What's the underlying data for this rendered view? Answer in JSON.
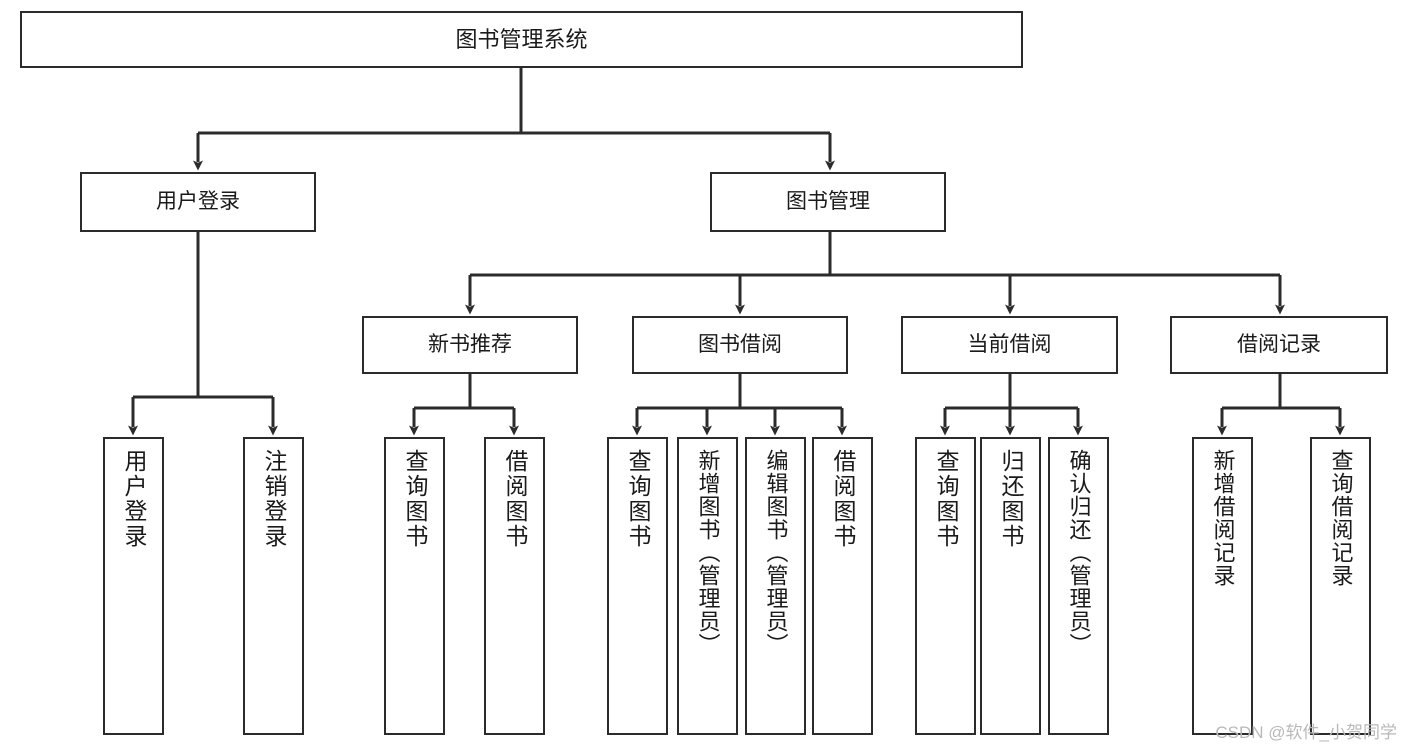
{
  "diagram": {
    "title": "图书管理系统",
    "type": "tree-hierarchy-chart",
    "orientation": "top-down",
    "edge_style": "orthogonal-with-arrowheads",
    "colors": {
      "box_border": "#2b2b2b",
      "box_fill": "#ffffff",
      "line": "#2b2b2b",
      "text": "#1a1a1a",
      "background": "#ffffff",
      "watermark": "#b9b9b9"
    }
  },
  "root": {
    "label": "图书管理系统"
  },
  "level2": [
    {
      "label": "用户登录"
    },
    {
      "label": "图书管理"
    }
  ],
  "level3": [
    {
      "label": "新书推荐"
    },
    {
      "label": "图书借阅"
    },
    {
      "label": "当前借阅"
    },
    {
      "label": "借阅记录"
    }
  ],
  "leaves": {
    "user_login": [
      {
        "label": "用户登录"
      },
      {
        "label": "注销登录"
      }
    ],
    "new_book_recommend": [
      {
        "label": "查询图书"
      },
      {
        "label": "借阅图书"
      }
    ],
    "book_borrow": [
      {
        "label": "查询图书"
      },
      {
        "label": "新增图书（管理员）"
      },
      {
        "label": "编辑图书（管理员）"
      },
      {
        "label": "借阅图书"
      }
    ],
    "current_borrow": [
      {
        "label": "查询图书"
      },
      {
        "label": "归还图书"
      },
      {
        "label": "确认归还（管理员）"
      }
    ],
    "borrow_record": [
      {
        "label": "新增借阅记录"
      },
      {
        "label": "查询借阅记录"
      }
    ]
  },
  "watermark": {
    "text": "CSDN @软件_小贺同学"
  }
}
